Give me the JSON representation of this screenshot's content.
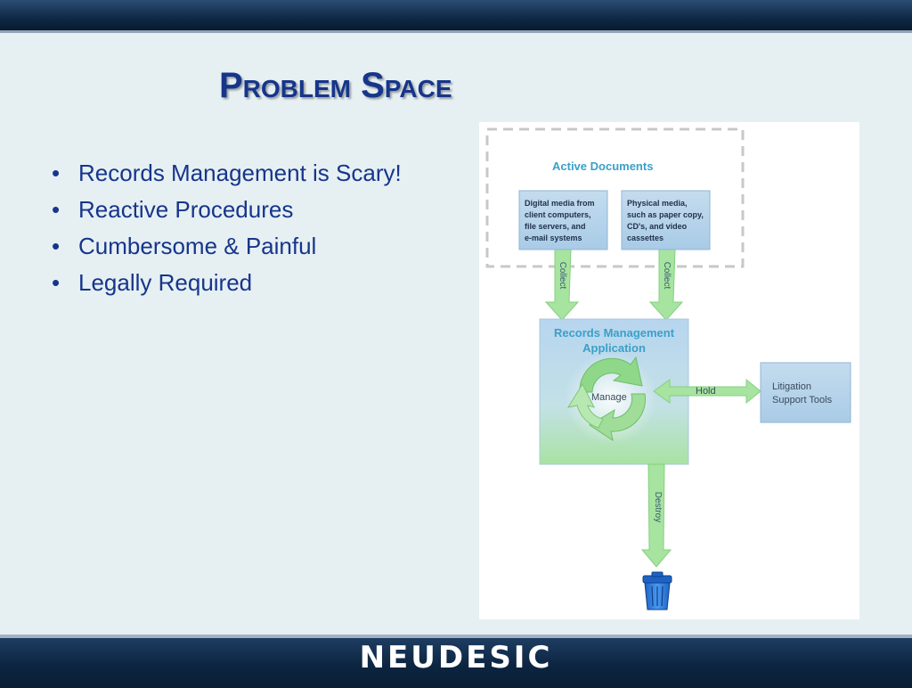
{
  "slide": {
    "title": "Problem Space",
    "bullets": [
      "Records Management is Scary!",
      "Reactive Procedures",
      "Cumbersome & Painful",
      "Legally Required"
    ]
  },
  "diagram": {
    "active_documents": "Active Documents",
    "digital_media": [
      "Digital media from",
      "client computers,",
      "file servers, and",
      "e-mail systems"
    ],
    "physical_media": [
      "Physical media,",
      "such as paper copy,",
      "CD's, and video",
      "cassettes"
    ],
    "collect_label": "Collect",
    "rma_title": [
      "Records Management",
      "Application"
    ],
    "manage_label": "Manage",
    "hold_label": "Hold",
    "litigation": [
      "Litigation",
      "Support Tools"
    ],
    "destroy_label": "Destroy"
  },
  "footer": {
    "logo": "NEUDESIC"
  },
  "colors": {
    "title": "#17358a",
    "diagram_text": "#3aa0c8",
    "arrow": "#9ee09a"
  }
}
